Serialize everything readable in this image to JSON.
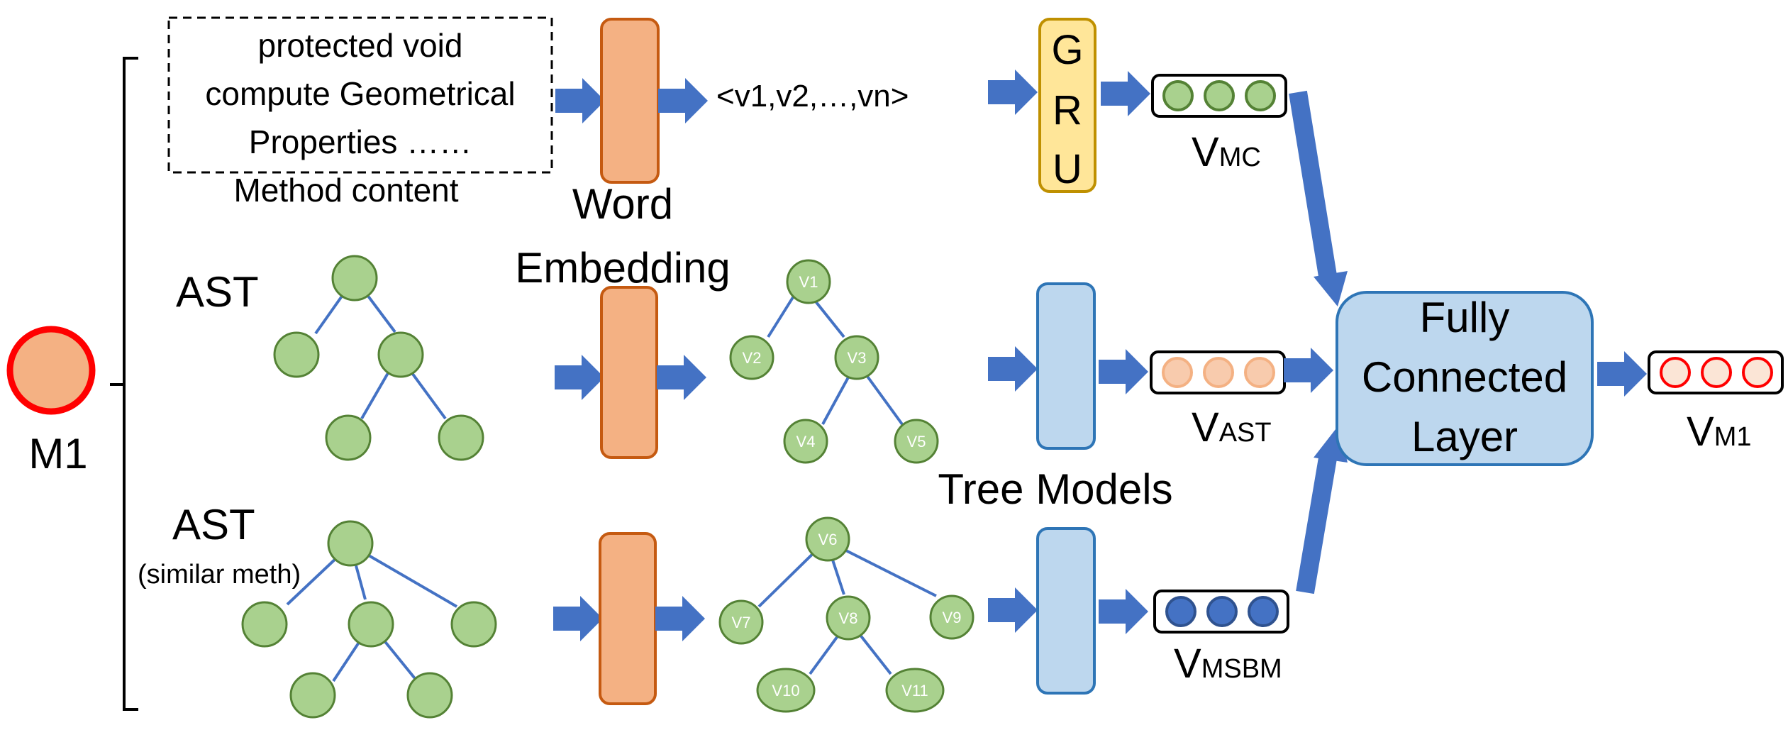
{
  "input_node": {
    "label": "M1"
  },
  "method_content": {
    "lines": [
      "protected void",
      "compute Geometrical",
      "Properties ……"
    ],
    "caption": "Method content"
  },
  "sequence_label": "<v1,v2,…,vn>",
  "gru_letters": [
    "G",
    "R",
    "U"
  ],
  "word_embedding_label": {
    "line1": "Word",
    "line2": "Embedding"
  },
  "tree_models_label": "Tree Models",
  "ast_label": "AST",
  "ast_similar": {
    "label": "AST",
    "sub": "(similar meth)"
  },
  "fc_layer": {
    "lines": [
      "Fully",
      "Connected",
      "Layer"
    ]
  },
  "ast_vectors": {
    "v1": "V1",
    "v2": "V2",
    "v3": "V3",
    "v4": "V4",
    "v5": "V5",
    "v6": "V6",
    "v7": "V7",
    "v8": "V8",
    "v9": "V9",
    "v10": "V10",
    "v11": "V11"
  },
  "vectors": {
    "mc": {
      "main": "V",
      "sub": "MC"
    },
    "ast": {
      "main": "V",
      "sub": "AST"
    },
    "msbm": {
      "main": "V",
      "sub": "MSBM"
    },
    "m1": {
      "main": "V",
      "sub": "M1"
    }
  },
  "colors": {
    "arrow": "#4472c4",
    "node_green_fill": "#a9d18e",
    "node_green_stroke": "#548235",
    "embedding_fill": "#f4b183",
    "embedding_stroke": "#c55a11",
    "gru_fill": "#ffe699",
    "gru_stroke": "#bf9000",
    "tree_model_fill": "#bdd7ee",
    "tree_model_stroke": "#2e75b6",
    "m1_fill": "#f4b183",
    "m1_stroke": "#ff0000",
    "vmsbm_dot": "#4472c4",
    "vm1_dot_fill": "#fbe5d6"
  }
}
